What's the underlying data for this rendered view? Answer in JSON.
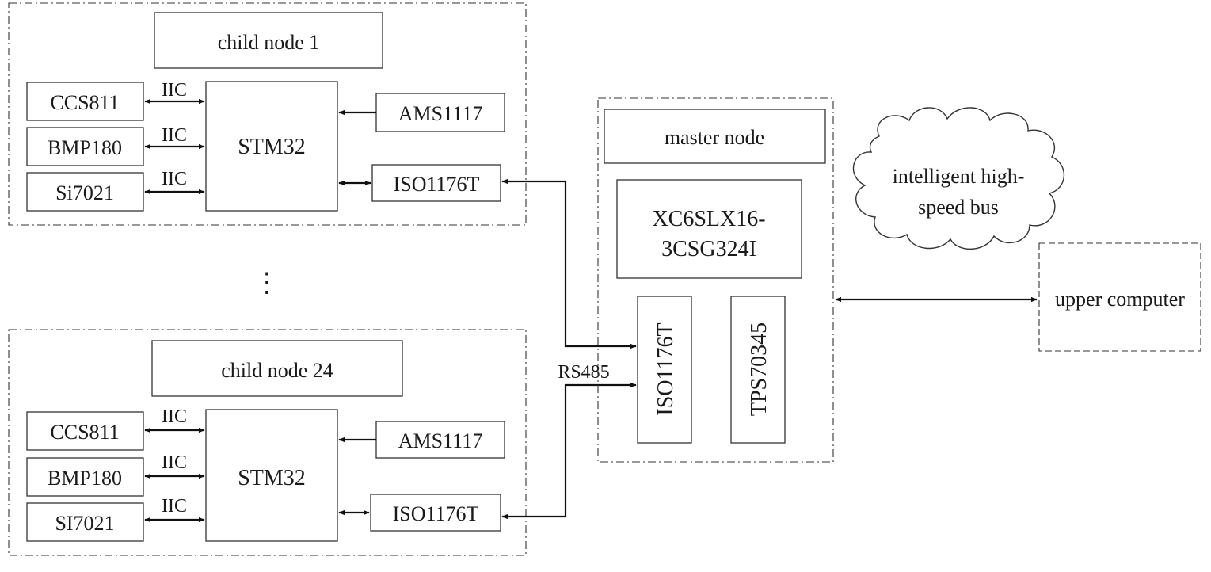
{
  "child_node_1": {
    "title": "child node 1",
    "sensors": [
      "CCS811",
      "BMP180",
      "Si7021"
    ],
    "bus_labels": [
      "IIC",
      "IIC",
      "IIC"
    ],
    "mcu": "STM32",
    "regulator": "AMS1117",
    "transceiver": "ISO1176T"
  },
  "ellipsis": "⋮",
  "child_node_24": {
    "title": "child node 24",
    "sensors": [
      "CCS811",
      "BMP180",
      "SI7021"
    ],
    "bus_labels": [
      "IIC",
      "IIC",
      "IIC"
    ],
    "mcu": "STM32",
    "regulator": "AMS1117",
    "transceiver": "ISO1176T"
  },
  "rs485_label": "RS485",
  "master_node": {
    "title": "master node",
    "fpga_line1": "XC6SLX16-",
    "fpga_line2": "3CSG324I",
    "transceiver": "ISO1176T",
    "regulator": "TPS70345"
  },
  "cloud": {
    "line1": "intelligent high-",
    "line2": "speed bus"
  },
  "upper_computer": "upper computer"
}
